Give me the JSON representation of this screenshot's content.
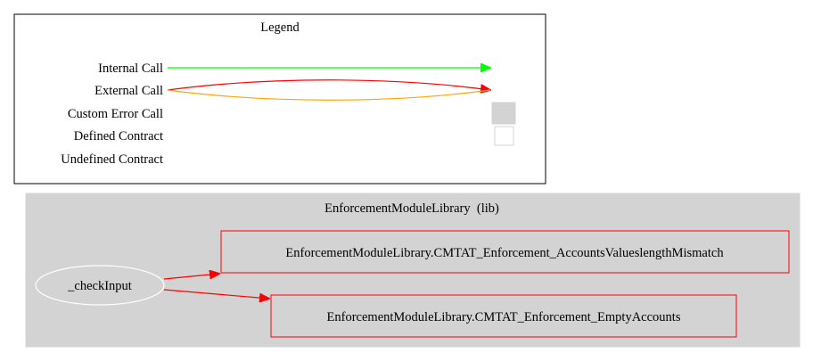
{
  "legend": {
    "title": "Legend",
    "items": {
      "internal_call": "Internal Call",
      "external_call": "External Call",
      "custom_error_call": "Custom Error Call",
      "defined_contract": "Defined Contract",
      "undefined_contract": "Undefined Contract"
    }
  },
  "cluster": {
    "title": "EnforcementModuleLibrary  (lib)",
    "nodes": {
      "check_input": "_checkInput",
      "accounts_values_mismatch": "EnforcementModuleLibrary.CMTAT_Enforcement_AccountsValueslengthMismatch",
      "empty_accounts": "EnforcementModuleLibrary.CMTAT_Enforcement_EmptyAccounts"
    }
  },
  "colors": {
    "internal_edge": "#00ff00",
    "external_edge": "#ff0000",
    "external_edge_alt": "#ffa500",
    "error_node_border": "#ff0000",
    "cluster_fill": "#d3d3d3",
    "custom_error_swatch": "#d3d3d3"
  }
}
